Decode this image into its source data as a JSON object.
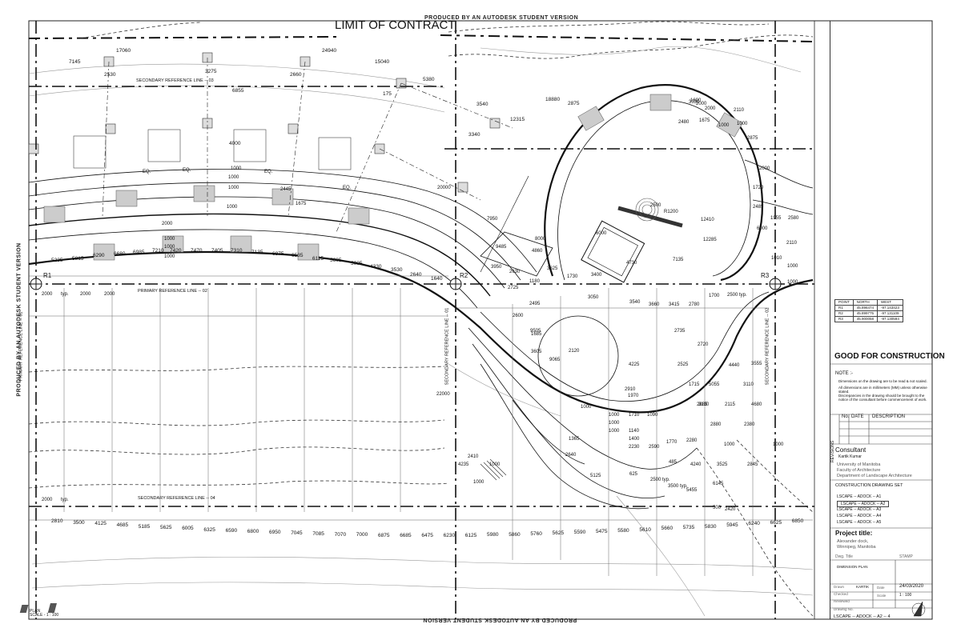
{
  "watermark": "PRODUCED BY AN AUTODESK STUDENT VERSION",
  "limit_label": "LIMIT OF CONTRACT",
  "reference_lines": {
    "secondary_03": "SECONDARY REFERENCE LINE -- 03",
    "secondary_04": "SECONDARY REFERENCE LINE -- 04",
    "primary_02": "PRIMARY REFERENCE LINE -- 02",
    "primary_01": "PRIMARY REFERENCE LINE -- 01",
    "secondary_01": "SECONDARY REFERENCE LINE -- 01",
    "secondary_02": "SECONDARY REFERENCE LINE -- 02"
  },
  "points": [
    "R1",
    "R2",
    "R3"
  ],
  "top_dims": [
    "17060",
    "24940",
    "7145",
    "15040",
    "2530",
    "3275",
    "2660",
    "5380",
    "6855",
    "4000",
    "175",
    "3540",
    "18880",
    "2875",
    "12315",
    "3340"
  ],
  "row_dims": [
    "5235",
    "5815",
    "6290",
    "6680",
    "6985",
    "7210",
    "7420",
    "7470",
    "7405",
    "7310",
    "7135",
    "6875",
    "6535",
    "6115",
    "5605",
    "5005",
    "4330",
    "3530",
    "2640",
    "1640"
  ],
  "bottom_dims": [
    "2810",
    "3500",
    "4125",
    "4685",
    "5185",
    "5625",
    "6005",
    "6325",
    "6590",
    "6800",
    "6950",
    "7045",
    "7085",
    "7070",
    "7000",
    "6875",
    "6685",
    "6475",
    "6230",
    "6125",
    "5980",
    "5860",
    "5760",
    "5625",
    "5590",
    "5475",
    "5580",
    "5610",
    "5660",
    "5735",
    "5830",
    "5945",
    "6240",
    "6625",
    "6850"
  ],
  "misc_dims": [
    "EQ.",
    "EQ.",
    "EQ.",
    "EQ.",
    "1000",
    "1000",
    "1000",
    "1000",
    "2000",
    "2445",
    "1675",
    "1000",
    "1000",
    "1000",
    "20000",
    "22000",
    "7950",
    "9485",
    "8000",
    "4860",
    "3950",
    "2630",
    "1180",
    "3625",
    "1730",
    "3400",
    "6000",
    "4730",
    "7135",
    "12410",
    "12285",
    "R1200",
    "2500",
    "2725",
    "3605",
    "2495",
    "2600",
    "1685",
    "9505",
    "9065",
    "2120",
    "3050",
    "3540",
    "3660",
    "3415",
    "2780",
    "1700",
    "2500 typ.",
    "2735",
    "2720",
    "4440",
    "3555",
    "2525",
    "1715",
    "5055",
    "3110",
    "4225",
    "2910",
    "1970",
    "2885",
    "3130",
    "2115",
    "4680",
    "2880",
    "2380",
    "1000",
    "1000",
    "1000",
    "1000",
    "1000",
    "1000",
    "1365",
    "2640",
    "1710",
    "1090",
    "1140",
    "1400",
    "2230",
    "2590",
    "1770",
    "2280",
    "485",
    "4240",
    "3525",
    "2845",
    "3500 typ.",
    "5455",
    "6145",
    "5125",
    "625",
    "2500 typ.",
    "500",
    "2420",
    "2410",
    "4235",
    "1000",
    "1000",
    "1690",
    "2480",
    "1675",
    "1000",
    "1000",
    "3330",
    "2875",
    "2110",
    "1720",
    "2000",
    "2485",
    "1955",
    "2580",
    "6000",
    "2110",
    "1010",
    "1000",
    "1000",
    "2000",
    "2000",
    "2000",
    "typ.",
    "2000",
    "2000",
    "2000",
    "typ."
  ],
  "coords_table": {
    "headers": [
      "POINT",
      "NORTH",
      "WEST"
    ],
    "rows": [
      [
        "R1",
        "45.896474",
        "-97.143423"
      ],
      [
        "R2",
        "45.899775",
        "-97.131109"
      ],
      [
        "R3",
        "45.900058",
        "-97.130594"
      ]
    ]
  },
  "title_block": {
    "status": "GOOD FOR CONSTRUCTION",
    "note_heading": "NOTE :-",
    "notes": [
      "Dimensions on the drawing are to be read & not scaled.",
      "All dimensions are in millimeters (MM) unless otherwise stated.",
      "Discrepancies in the drawing should be brought to the notice of the consultant before commencement of work."
    ],
    "revision_headers": [
      "No.",
      "DATE",
      "DESCRIPTION"
    ],
    "revisions_label": "REVISIONS",
    "consultant_label": "Consultant",
    "consultant_name": "Kartik Kumar",
    "institution": [
      "University of Manitoba",
      "Faculty of Architecture",
      "Department of Landscape Architecture"
    ],
    "set_name": "CONSTRUCTION DRAWING SET",
    "sheets": [
      "LSCAPE -- ADOCK -- A1",
      "LSCAPE -- ADOCK -- A2",
      "LSCAPE -- ADOCK -- A3",
      "LSCAPE -- ADOCK -- A4",
      "LSCAPE -- ADOCK -- A5"
    ],
    "project_label": "Project title:",
    "project_name": [
      "Alexander dock,",
      "Winnipeg, Manitoba"
    ],
    "dwg_title_label": "Dwg. Title",
    "stamp_label": "STAMP",
    "dwg_title": "DIMENSION PLAN",
    "drawn_label": "Drawn",
    "drawn_by": "KARTIK",
    "checked_label": "Checked",
    "date_label": "Date",
    "date": "24/03/2020",
    "reviewed_label": "Reviewed",
    "scale_label": "Scale",
    "scale": "1 : 100",
    "drawing_no_label": "Drawing No.",
    "drawing_no": "LSCAPE -- ADOCK -- A2 -- 4"
  },
  "plan_label": "PLAN",
  "plan_scale": "SCALE - 1 : 100"
}
